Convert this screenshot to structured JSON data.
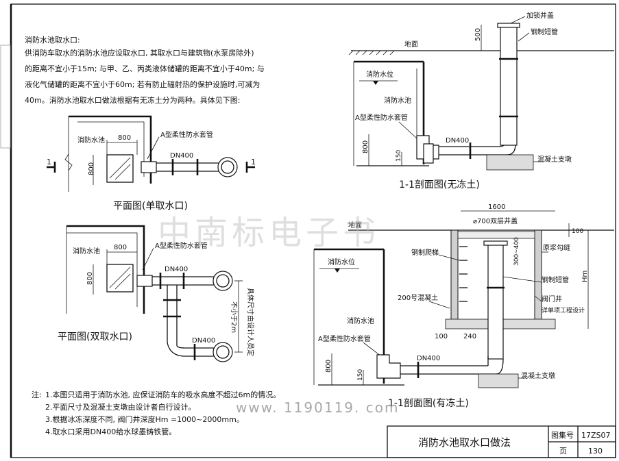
{
  "intro": {
    "heading": "消防水池取水口:",
    "lines": [
      "供消防车取水的消防水池应设取水口, 其取水口与建筑物(水泵房除外)",
      "的距离不宜小于15m; 与甲、乙、丙类液体储罐的距离不宜小于40m; 与",
      "液化气储罐的距离不宜小于60m; 若有防止辐射热的保护设施时,可减为",
      "40m。消防水池取水口做法根据有无冻土分为两种。具体见下图:"
    ]
  },
  "plan_single": {
    "title": "平面图(单取水口)",
    "pool": "消防水池",
    "dim_800_top": "800",
    "dim_800_side": "800",
    "sleeve": "A型柔性防水套管",
    "pipe": "DN400",
    "section_mark": "1"
  },
  "plan_double": {
    "title": "平面图(双取水口)",
    "pool": "消防水池",
    "dim_800_top": "800",
    "dim_800_side": "800",
    "sleeve": "A型柔性防水套管",
    "pipe_top": "DN400",
    "pipe_bottom": "DN400",
    "spacing": "不小于2m",
    "spacing_note": "具体尺寸由设计人员定"
  },
  "section_nofrost": {
    "title": "1-1剖面图(无冻土)",
    "lock_cover": "加锁井盖",
    "steel_pipe": "钢制短管",
    "dim_500": "500",
    "ground": "地面",
    "water_level": "消防水位",
    "pool": "消防水池",
    "sleeve": "A型柔性防水套管",
    "pipe": "DN400",
    "dim_800": "800",
    "dim_150": "150",
    "support": "混凝土支墩"
  },
  "section_frost": {
    "title": "1-1剖面图(有冻土)",
    "dim_1600": "1600",
    "cover": "⌀700双层井盖",
    "dim_100": "100",
    "ground": "地面",
    "water_level": "消防水位",
    "ladder": "钢制爬梯",
    "concrete": "200号混凝土",
    "pointing": "原浆勾缝",
    "range": "300~400",
    "steel_pipe": "钢制短管",
    "valve_well": "阀门井",
    "valve_well_note": "详单项工程设计",
    "hm": "Hm",
    "dim_100b": "100",
    "dim_240": "240",
    "pool": "消防水池",
    "sleeve": "A型柔性防水套管",
    "pipe": "DN400",
    "dim_800": "800",
    "dim_150": "150",
    "support": "混凝土支墩"
  },
  "notes": {
    "label": "注:",
    "items": [
      "1.本图只适用于消防水池, 应保证消防车的吸水高度不超过6m的情况。",
      "2.平面尺寸及混凝土支墩由设计者自行设计。",
      "3.根据冰冻深度不同, 阀门井深度Hm =1000~2000mm。",
      "4.取水口采用DN400给水球墨铸铁管。"
    ]
  },
  "watermark": {
    "title": "中南标电子书",
    "url": "www. 1190119. com"
  },
  "title_block": {
    "drawing_title": "消防水池取水口做法",
    "atlas_label": "图集号",
    "atlas_value": "17ZS07",
    "page_label": "页",
    "page_value": "130"
  }
}
